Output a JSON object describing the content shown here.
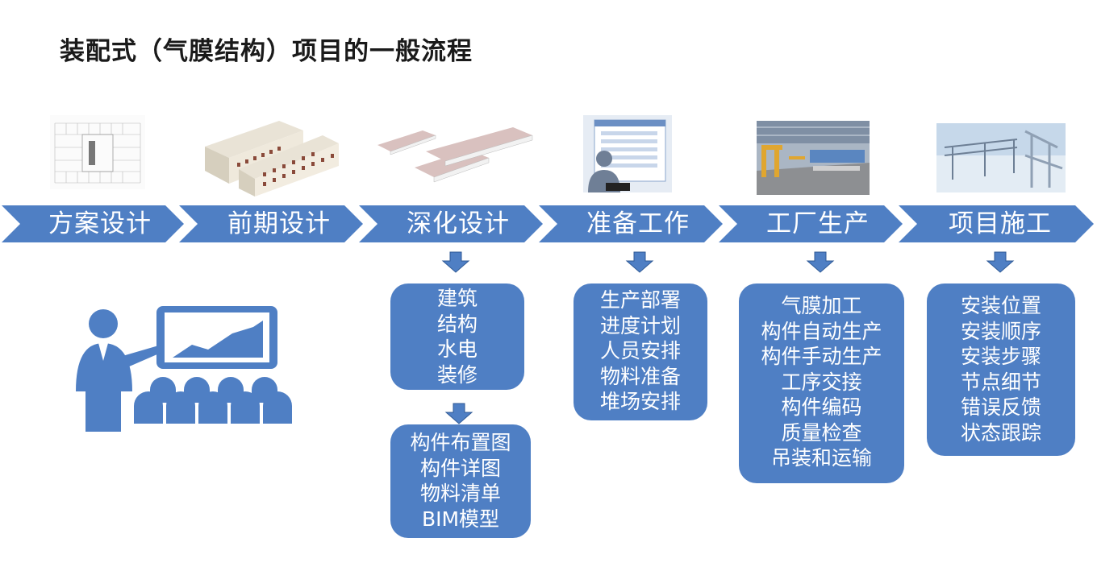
{
  "title": "装配式（气膜结构）项目的一般流程",
  "steps": [
    {
      "label": "方案设计",
      "image": "floor-plan-drawing"
    },
    {
      "label": "前期设计",
      "image": "building-3d-model"
    },
    {
      "label": "深化设计",
      "image": "floor-slab-model"
    },
    {
      "label": "准备工作",
      "image": "person-at-screen-form"
    },
    {
      "label": "工厂生产",
      "image": "factory-interior-photo"
    },
    {
      "label": "项目施工",
      "image": "steel-structure-render"
    }
  ],
  "boxes": {
    "deepen_a": [
      "建筑",
      "结构",
      "水电",
      "装修"
    ],
    "deepen_b": [
      "构件布置图",
      "构件详图",
      "物料清单",
      "BIM模型"
    ],
    "prepare": [
      "生产部署",
      "进度计划",
      "人员安排",
      "物料准备",
      "堆场安排"
    ],
    "factory": [
      "气膜加工",
      "构件自动生产",
      "构件手动生产",
      "工序交接",
      "构件编码",
      "质量检查",
      "吊装和运输"
    ],
    "construction": [
      "安装位置",
      "安装顺序",
      "安装步骤",
      "节点细节",
      "错误反馈",
      "状态跟踪"
    ]
  },
  "icons": [
    "presenter-audience-icon",
    "down-arrow-icon"
  ],
  "colors": {
    "accent": "#4f7fc4",
    "background": "#ffffff",
    "title": "#1a1a1a",
    "box_text": "#ffffff"
  }
}
